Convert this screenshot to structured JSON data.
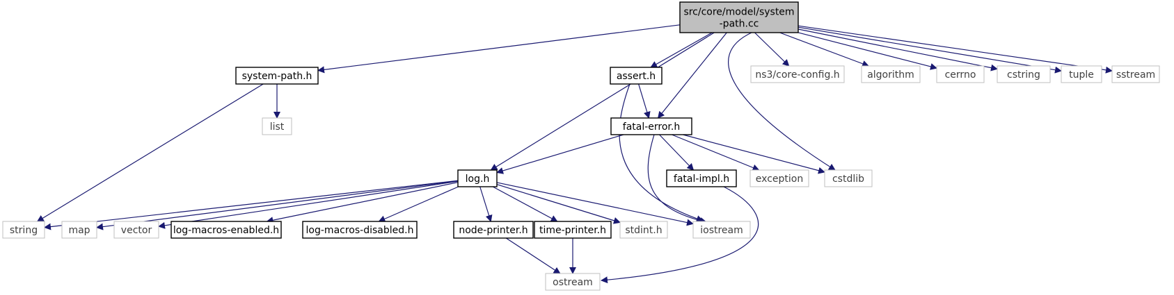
{
  "nodes": {
    "root": {
      "lines": [
        "src/core/model/system",
        "-path.cc"
      ],
      "style": "root"
    },
    "system_path_h": {
      "lines": [
        "system-path.h"
      ],
      "style": "doc"
    },
    "assert_h": {
      "lines": [
        "assert.h"
      ],
      "style": "doc"
    },
    "ns3_core_config_h": {
      "lines": [
        "ns3/core-config.h"
      ],
      "style": "ext"
    },
    "algorithm": {
      "lines": [
        "algorithm"
      ],
      "style": "ext"
    },
    "cerrno": {
      "lines": [
        "cerrno"
      ],
      "style": "ext"
    },
    "cstring": {
      "lines": [
        "cstring"
      ],
      "style": "ext"
    },
    "tuple": {
      "lines": [
        "tuple"
      ],
      "style": "ext"
    },
    "sstream": {
      "lines": [
        "sstream"
      ],
      "style": "ext"
    },
    "list": {
      "lines": [
        "list"
      ],
      "style": "ext"
    },
    "fatal_error_h": {
      "lines": [
        "fatal-error.h"
      ],
      "style": "doc"
    },
    "log_h": {
      "lines": [
        "log.h"
      ],
      "style": "doc"
    },
    "fatal_impl_h": {
      "lines": [
        "fatal-impl.h"
      ],
      "style": "doc"
    },
    "exception": {
      "lines": [
        "exception"
      ],
      "style": "ext"
    },
    "cstdlib": {
      "lines": [
        "cstdlib"
      ],
      "style": "ext"
    },
    "string": {
      "lines": [
        "string"
      ],
      "style": "ext"
    },
    "map": {
      "lines": [
        "map"
      ],
      "style": "ext"
    },
    "vector": {
      "lines": [
        "vector"
      ],
      "style": "ext"
    },
    "log_macros_enabled_h": {
      "lines": [
        "log-macros-enabled.h"
      ],
      "style": "doc"
    },
    "log_macros_disabled_h": {
      "lines": [
        "log-macros-disabled.h"
      ],
      "style": "doc"
    },
    "node_printer_h": {
      "lines": [
        "node-printer.h"
      ],
      "style": "doc"
    },
    "time_printer_h": {
      "lines": [
        "time-printer.h"
      ],
      "style": "doc"
    },
    "stdint_h": {
      "lines": [
        "stdint.h"
      ],
      "style": "ext"
    },
    "iostream": {
      "lines": [
        "iostream"
      ],
      "style": "ext"
    },
    "ostream": {
      "lines": [
        "ostream"
      ],
      "style": "ext"
    }
  },
  "edges": [
    [
      "root",
      "system_path_h"
    ],
    [
      "root",
      "log_h"
    ],
    [
      "root",
      "assert_h"
    ],
    [
      "root",
      "fatal_error_h"
    ],
    [
      "root",
      "ns3_core_config_h"
    ],
    [
      "root",
      "algorithm"
    ],
    [
      "root",
      "cerrno"
    ],
    [
      "root",
      "cstring"
    ],
    [
      "root",
      "tuple"
    ],
    [
      "root",
      "sstream"
    ],
    [
      "root",
      "cstdlib"
    ],
    [
      "system_path_h",
      "list"
    ],
    [
      "system_path_h",
      "string"
    ],
    [
      "assert_h",
      "fatal_error_h"
    ],
    [
      "assert_h",
      "iostream"
    ],
    [
      "fatal_error_h",
      "log_h"
    ],
    [
      "fatal_error_h",
      "fatal_impl_h"
    ],
    [
      "fatal_error_h",
      "exception"
    ],
    [
      "fatal_error_h",
      "cstdlib"
    ],
    [
      "fatal_error_h",
      "iostream"
    ],
    [
      "fatal_impl_h",
      "ostream"
    ],
    [
      "log_h",
      "string"
    ],
    [
      "log_h",
      "map"
    ],
    [
      "log_h",
      "vector"
    ],
    [
      "log_h",
      "log_macros_enabled_h"
    ],
    [
      "log_h",
      "log_macros_disabled_h"
    ],
    [
      "log_h",
      "node_printer_h"
    ],
    [
      "log_h",
      "time_printer_h"
    ],
    [
      "log_h",
      "stdint_h"
    ],
    [
      "log_h",
      "iostream"
    ],
    [
      "node_printer_h",
      "ostream"
    ],
    [
      "time_printer_h",
      "ostream"
    ]
  ],
  "colors": {
    "edge": "#191970",
    "root_fill": "#bfbfbf",
    "doc_border": "#000000",
    "ext_border": "#bfbfbf",
    "ext_text": "#404040",
    "text": "#000000"
  }
}
